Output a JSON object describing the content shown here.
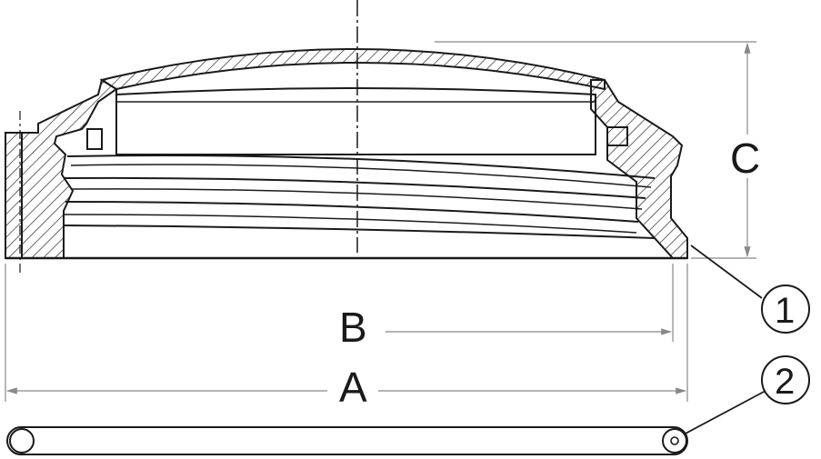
{
  "dimensions": {
    "a": "A",
    "b": "B",
    "c": "C"
  },
  "callouts": {
    "one": "1",
    "two": "2"
  },
  "colors": {
    "line": "#1a1a1a",
    "dimension": "#888888",
    "background": "#ffffff"
  }
}
